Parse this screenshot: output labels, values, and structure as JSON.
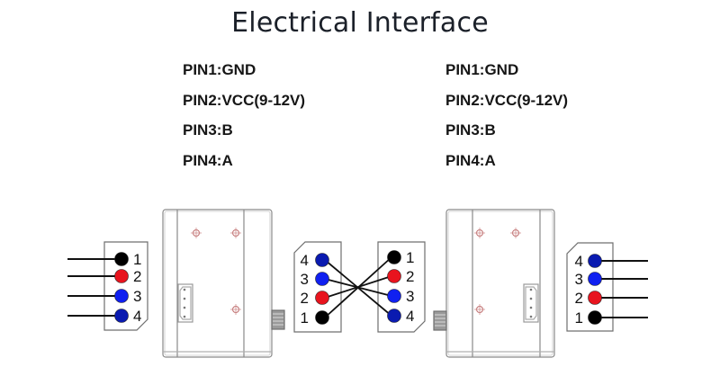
{
  "title": "Electrical Interface",
  "pin_tables": [
    {
      "side": "left",
      "pins": [
        "PIN1:GND",
        "PIN2:VCC(9-12V)",
        "PIN3:B",
        "PIN4:A"
      ]
    },
    {
      "side": "right",
      "pins": [
        "PIN1:GND",
        "PIN2:VCC(9-12V)",
        "PIN3:B",
        "PIN4:A"
      ]
    }
  ],
  "pin_colors": {
    "1": "#000000",
    "2": "#e8141e",
    "3": "#1020f0",
    "4": "#0a1ab0"
  },
  "connectors": {
    "left_outer": {
      "order": [
        "1",
        "2",
        "3",
        "4"
      ]
    },
    "middle_left": {
      "order": [
        "4",
        "3",
        "2",
        "1"
      ]
    },
    "middle_right": {
      "order": [
        "1",
        "2",
        "3",
        "4"
      ]
    },
    "right_outer": {
      "order": [
        "4",
        "3",
        "2",
        "1"
      ]
    }
  },
  "cross_wiring": [
    {
      "from": "4",
      "to": "4"
    },
    {
      "from": "3",
      "to": "3"
    },
    {
      "from": "2",
      "to": "2"
    },
    {
      "from": "1",
      "to": "1"
    }
  ]
}
